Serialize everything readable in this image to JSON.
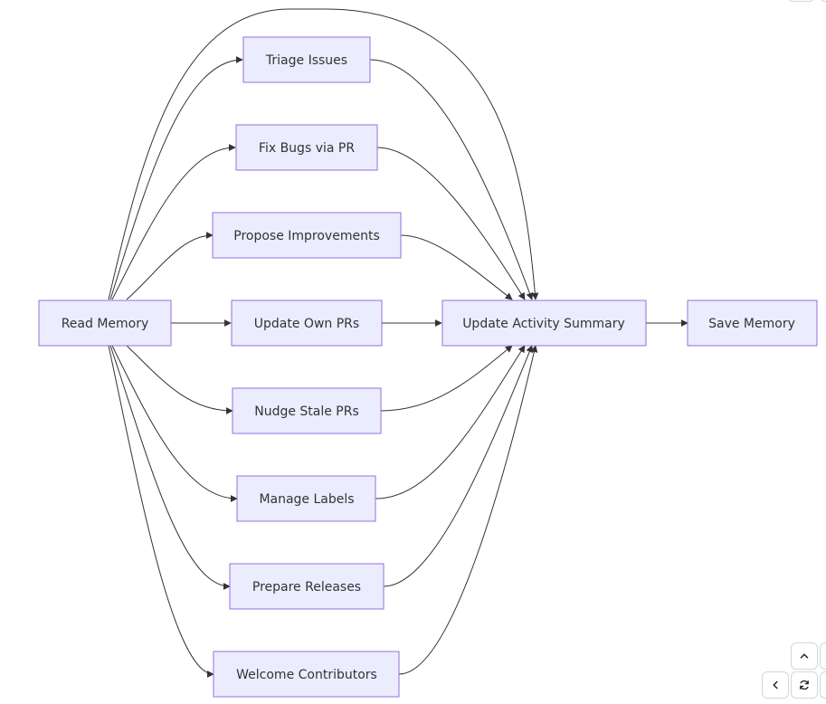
{
  "diagram": {
    "nodes": {
      "read_memory": "Read Memory",
      "triage_issues": "Triage Issues",
      "fix_bugs": "Fix Bugs via PR",
      "propose_improvements": "Propose Improvements",
      "update_own_prs": "Update Own PRs",
      "nudge_stale_prs": "Nudge Stale PRs",
      "manage_labels": "Manage Labels",
      "prepare_releases": "Prepare Releases",
      "welcome_contributors": "Welcome Contributors",
      "update_activity_summary": "Update Activity Summary",
      "save_memory": "Save Memory"
    },
    "edges": [
      [
        "read_memory",
        "triage_issues"
      ],
      [
        "read_memory",
        "fix_bugs"
      ],
      [
        "read_memory",
        "propose_improvements"
      ],
      [
        "read_memory",
        "update_own_prs"
      ],
      [
        "read_memory",
        "nudge_stale_prs"
      ],
      [
        "read_memory",
        "manage_labels"
      ],
      [
        "read_memory",
        "prepare_releases"
      ],
      [
        "read_memory",
        "welcome_contributors"
      ],
      [
        "read_memory",
        "update_activity_summary"
      ],
      [
        "triage_issues",
        "update_activity_summary"
      ],
      [
        "fix_bugs",
        "update_activity_summary"
      ],
      [
        "propose_improvements",
        "update_activity_summary"
      ],
      [
        "update_own_prs",
        "update_activity_summary"
      ],
      [
        "nudge_stale_prs",
        "update_activity_summary"
      ],
      [
        "manage_labels",
        "update_activity_summary"
      ],
      [
        "prepare_releases",
        "update_activity_summary"
      ],
      [
        "welcome_contributors",
        "update_activity_summary"
      ],
      [
        "update_activity_summary",
        "save_memory"
      ]
    ]
  },
  "controls": {
    "pan_up": "chevron-up-icon",
    "pan_left": "chevron-left-icon",
    "reset": "reset-icon"
  }
}
